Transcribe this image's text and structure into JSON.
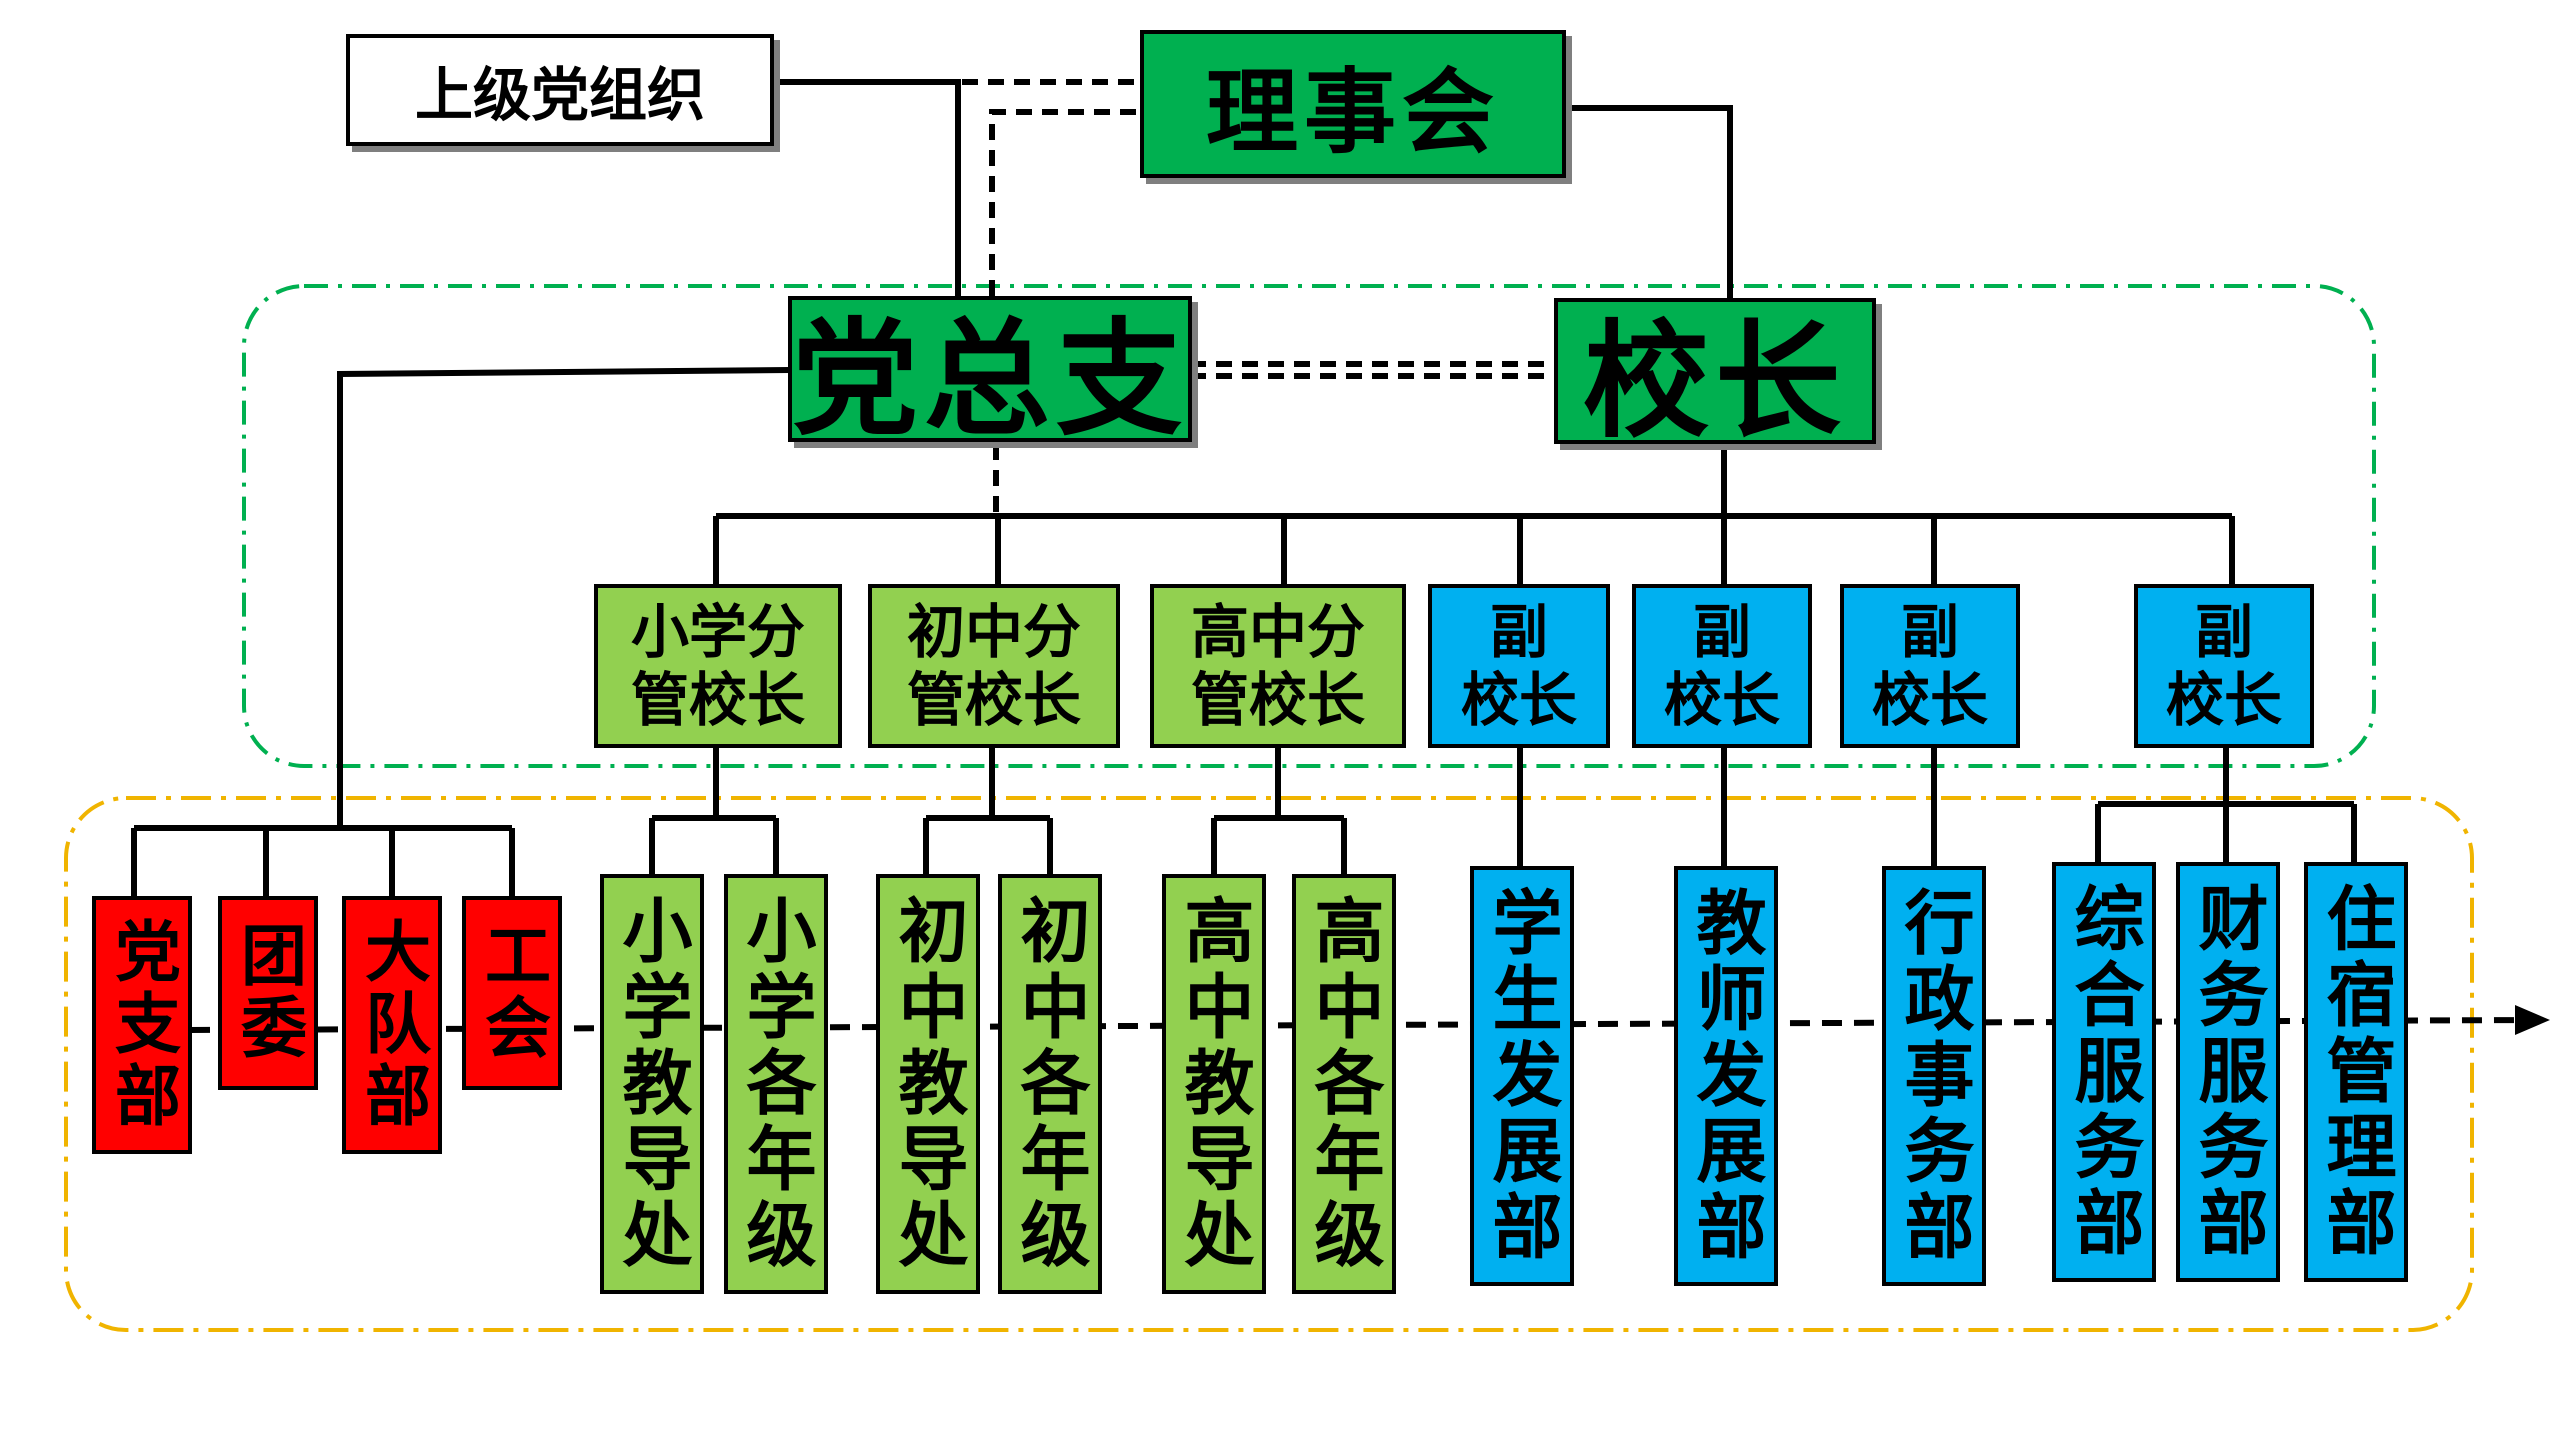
{
  "nodes": {
    "superior_party": "上级党组织",
    "board": "理事会",
    "party_branch": "党总支",
    "principal": "校长",
    "vp_primary": "小学分\n管校长",
    "vp_junior": "初中分\n管校长",
    "vp_senior": "高中分\n管校长",
    "vp_1": "副\n校长",
    "vp_2": "副\n校长",
    "vp_3": "副\n校长",
    "vp_4": "副\n校长",
    "party_sub": "党支部",
    "youth_league": "团委",
    "brigade": "大队部",
    "union": "工会",
    "primary_office": "小学教导处",
    "primary_grades": "小学各年级",
    "junior_office": "初中教导处",
    "junior_grades": "初中各年级",
    "senior_office": "高中教导处",
    "senior_grades": "高中各年级",
    "student_dev": "学生发展部",
    "teacher_dev": "教师发展部",
    "admin_affairs": "行政事务部",
    "general_service": "综合服务部",
    "finance_service": "财务服务部",
    "dorm_mgmt": "住宿管理部"
  },
  "colors": {
    "board_green": "#00b050",
    "vp_green": "#92d050",
    "vp_blue": "#00b0f0",
    "party_red": "#ff0000",
    "leadership_border": "#00b050",
    "dept_border": "#f0b400"
  }
}
